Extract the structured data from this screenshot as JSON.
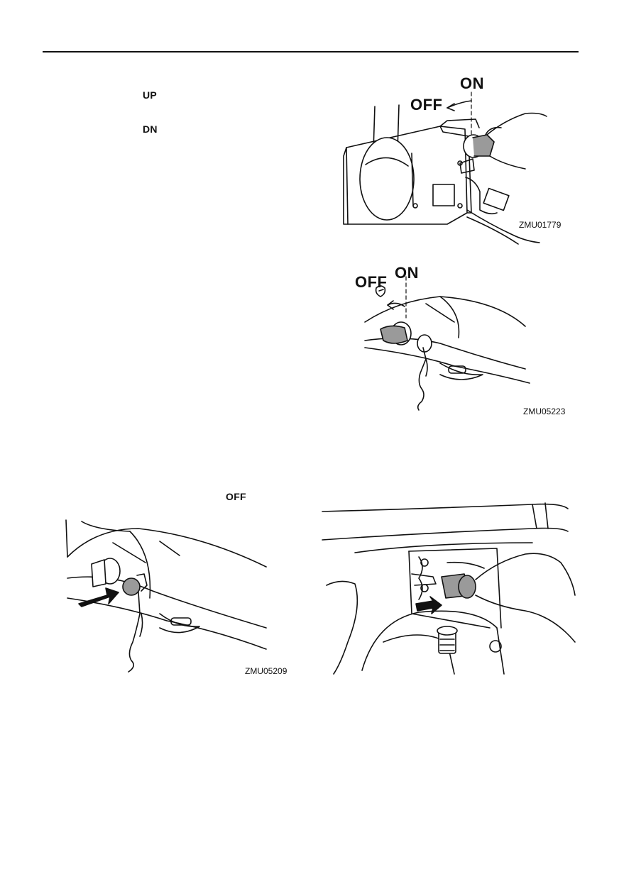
{
  "text": {
    "up_label": "UP",
    "dn_label": "DN",
    "off_inline": "OFF"
  },
  "figures": {
    "fig1": {
      "on": "ON",
      "off": "OFF",
      "code": "ZMU01779"
    },
    "fig2": {
      "on": "ON",
      "off": "OFF",
      "code": "ZMU05223"
    },
    "fig3": {
      "code": "ZMU05209"
    }
  }
}
